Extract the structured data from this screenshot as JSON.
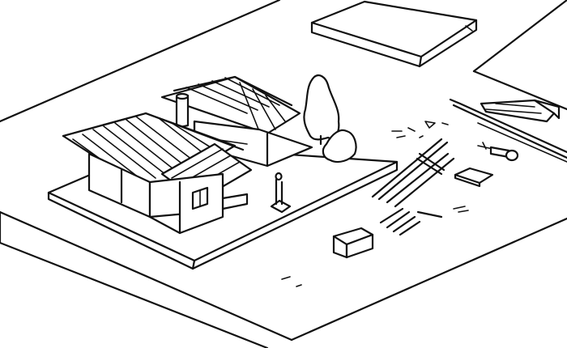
{
  "scene": {
    "kind": "line-art sketch",
    "ink_color": "#111111",
    "paper_color": "#ffffff",
    "subjects": [
      "house-model",
      "tree",
      "figure",
      "strip-sticks",
      "scattered-pieces",
      "small-box",
      "tool-items",
      "card-panel",
      "pen-tool"
    ]
  }
}
